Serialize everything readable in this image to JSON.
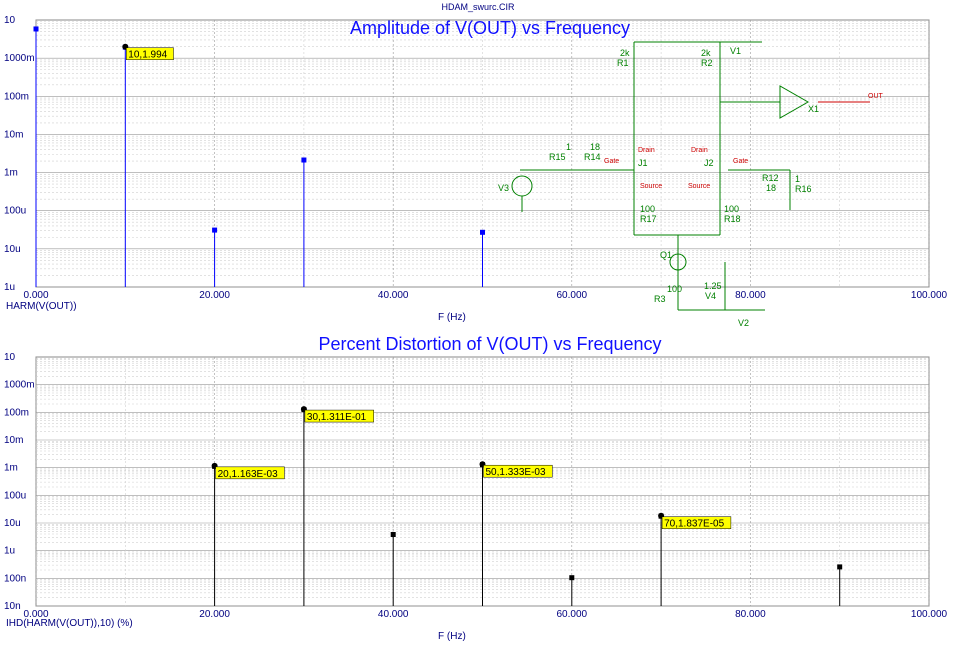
{
  "window": {
    "title": "HDAM_swurc.CIR"
  },
  "colors": {
    "blue": "#0000ff",
    "green": "#008000",
    "red": "#cc0000",
    "label_bg": "#ffff00",
    "grid": "#b0b0b0"
  },
  "chart_data": [
    {
      "type": "bar",
      "title": "Amplitude of V(OUT) vs Frequency",
      "xlabel": "F (Hz)",
      "ylabel": "HARM(V(OUT))",
      "xlim": [
        0,
        100
      ],
      "ylim": [
        1e-06,
        10
      ],
      "yscale": "log",
      "grid": true,
      "x_ticks": [
        "0.000",
        "20.000",
        "40.000",
        "60.000",
        "80.000",
        "100.000"
      ],
      "y_ticks": [
        "1u",
        "10u",
        "100u",
        "1m",
        "10m",
        "100m",
        "1000m",
        "10"
      ],
      "series": [
        {
          "x": [
            0,
            10,
            20,
            30,
            50
          ],
          "y": [
            6.0,
            1.994,
            3.2e-05,
            0.0022,
            2.8e-05
          ]
        }
      ],
      "annotations": [
        {
          "x": 10,
          "y": 1.994,
          "text": "10,1.994"
        }
      ],
      "color": "#0000ff"
    },
    {
      "type": "bar",
      "title": "Percent Distortion of V(OUT) vs Frequency",
      "xlabel": "F (Hz)",
      "ylabel": "IHD(HARM(V(OUT)),10) (%)",
      "xlim": [
        0,
        100
      ],
      "ylim": [
        1e-08,
        10
      ],
      "yscale": "log",
      "grid": true,
      "x_ticks": [
        "0.000",
        "20.000",
        "40.000",
        "60.000",
        "80.000",
        "100.000"
      ],
      "y_ticks": [
        "10n",
        "100n",
        "1u",
        "10u",
        "100u",
        "1m",
        "10m",
        "100m",
        "1000m",
        "10"
      ],
      "series": [
        {
          "x": [
            20,
            30,
            40,
            50,
            60,
            70,
            90
          ],
          "y": [
            0.001163,
            0.1311,
            4e-06,
            0.001333,
            1.1e-07,
            1.837e-05,
            2.7e-07
          ]
        }
      ],
      "annotations": [
        {
          "x": 20,
          "y": 0.001163,
          "text": "20,1.163E-03"
        },
        {
          "x": 30,
          "y": 0.1311,
          "text": "30,1.311E-01"
        },
        {
          "x": 50,
          "y": 0.001333,
          "text": "50,1.333E-03"
        },
        {
          "x": 70,
          "y": 1.837e-05,
          "text": "70,1.837E-05"
        }
      ],
      "color": "#000000"
    }
  ],
  "schematic": {
    "labels": [
      "2k",
      "R1",
      "2k",
      "R2",
      "V1",
      "X1",
      "OUT",
      "1",
      "R15",
      "18",
      "R14",
      "J1",
      "Drain",
      "Gate",
      "Source",
      "J2",
      "Drain",
      "Gate",
      "Source",
      "R12",
      "18",
      "1",
      "R16",
      "V3",
      "100",
      "R17",
      "100",
      "R18",
      "Q1",
      "1.25",
      "V4",
      "100",
      "R3",
      "V2"
    ]
  }
}
